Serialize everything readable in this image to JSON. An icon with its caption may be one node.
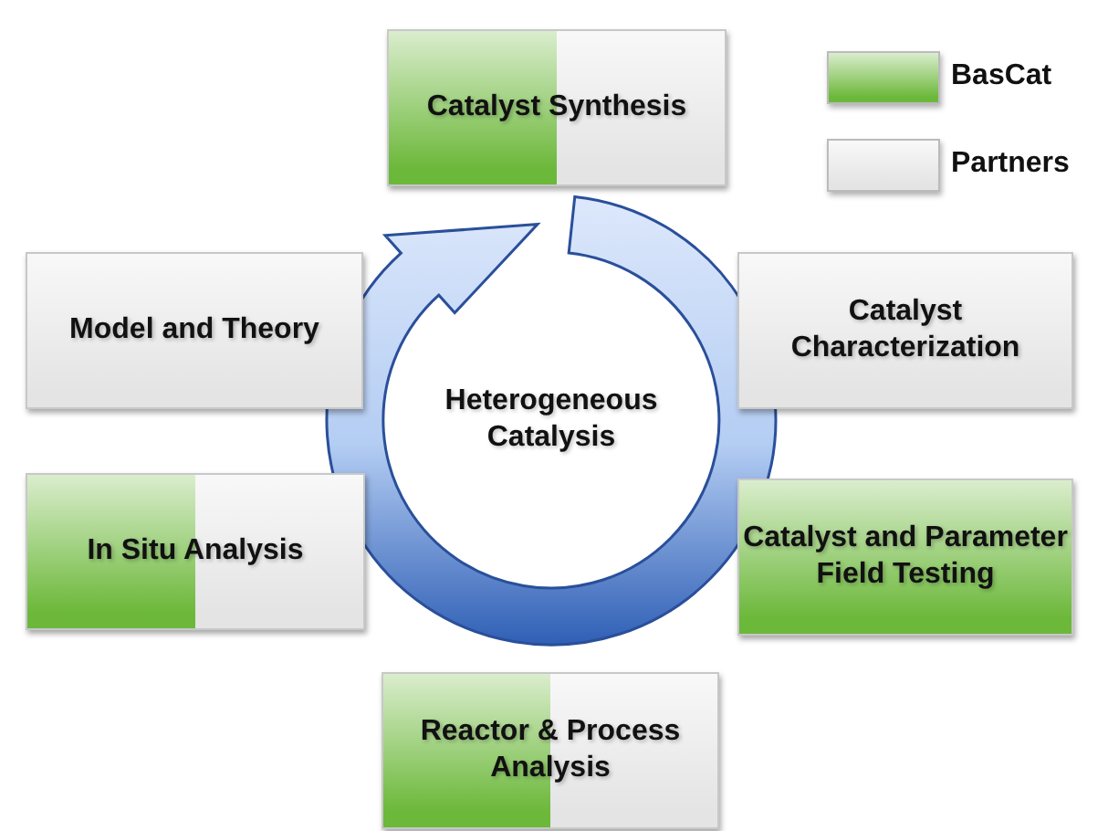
{
  "diagram": {
    "nodes": [
      {
        "text": [
          "Catalyst Synthesis"
        ]
      },
      {
        "text": [
          "Model and Theory"
        ]
      },
      {
        "text": [
          "Catalyst Characterization"
        ]
      },
      {
        "text": [
          "Heterogeneous Catalysis"
        ]
      },
      {
        "text": [
          "In Situ Analysis"
        ]
      },
      {
        "text": [
          "Catalyst and Parameter Field Testing"
        ]
      },
      {
        "text": [
          "Reactor & Process Analysis"
        ]
      }
    ],
    "edges": [],
    "legend": [
      {
        "text": "BasCat",
        "color": "#6cb83a"
      },
      {
        "text": "Partners",
        "color": "#e4e4e4"
      }
    ]
  }
}
